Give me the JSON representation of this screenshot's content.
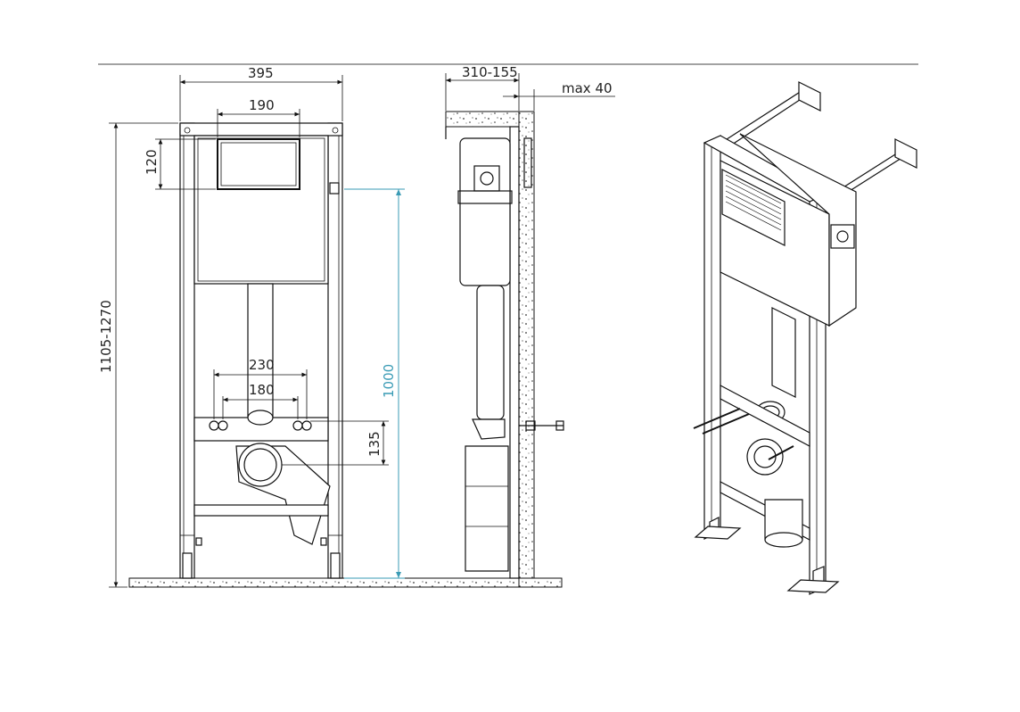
{
  "dimensions": {
    "width_total": "395",
    "flush_plate_width": "190",
    "flush_plate_height": "120",
    "total_height": "1105-1270",
    "outer_connection": "230",
    "inner_connection": "180",
    "connection_height": "135",
    "cistern_height": "1000",
    "depth": "310-155",
    "max_wall": "max 40"
  },
  "colors": {
    "line": "#111111",
    "accent": "#3a9bb5"
  }
}
